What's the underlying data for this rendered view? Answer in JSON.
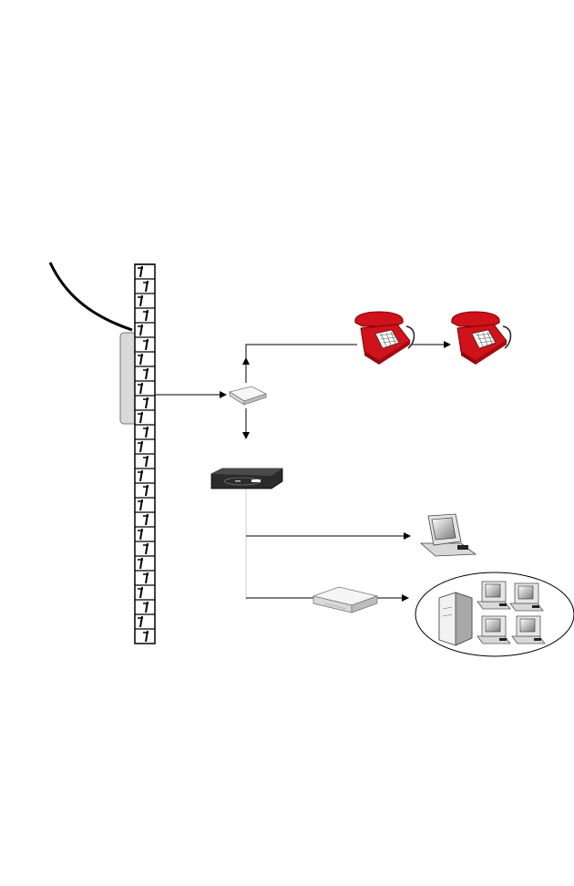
{
  "diagram": {
    "nodes": [
      {
        "id": "outside-line",
        "icon": "telephone-line-cable-icon"
      },
      {
        "id": "wall",
        "icon": "brick-wall-icon"
      },
      {
        "id": "wall-jack",
        "icon": "wall-jack-icon"
      },
      {
        "id": "splitter",
        "icon": "splitter-icon"
      },
      {
        "id": "telephone-1",
        "icon": "telephone-icon"
      },
      {
        "id": "telephone-2",
        "icon": "telephone-icon"
      },
      {
        "id": "modem",
        "icon": "modem-icon"
      },
      {
        "id": "computer",
        "icon": "computer-icon"
      },
      {
        "id": "hub",
        "icon": "network-hub-icon"
      },
      {
        "id": "lan",
        "icon": "network-lan-icon"
      }
    ],
    "colors": {
      "phone": "#d0121b",
      "wall_outline": "#000000",
      "jack": "#d9d9d9",
      "modem": "#2b2b2b",
      "line": "#000000"
    }
  }
}
